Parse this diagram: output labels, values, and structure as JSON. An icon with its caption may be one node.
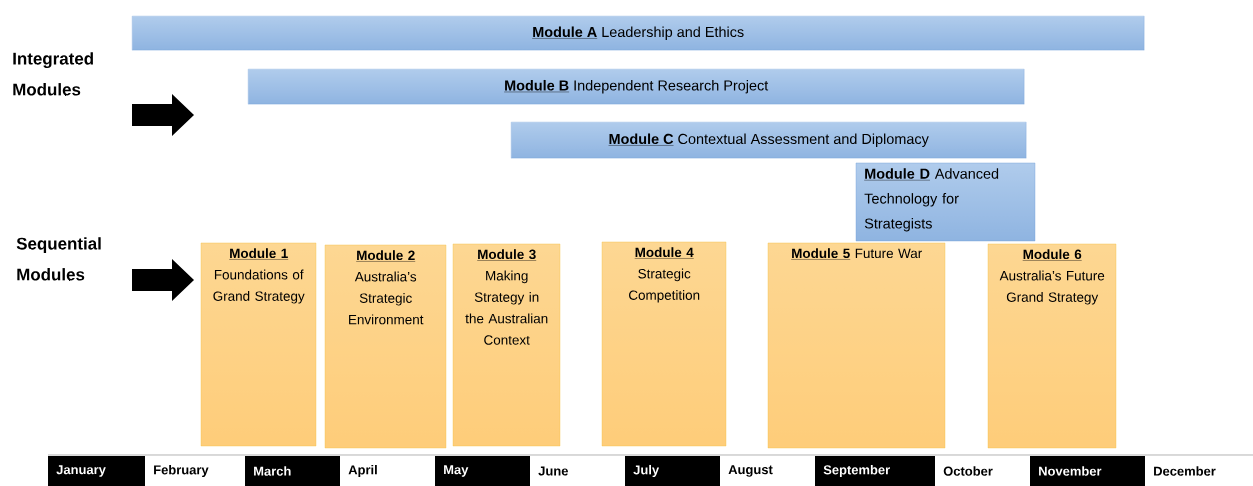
{
  "diagram": {
    "nodes": [
      {
        "text": [
          "Module A",
          "Leadership and Ethics"
        ]
      },
      {
        "text": [
          "Module B",
          "Independent Research Project"
        ]
      },
      {
        "text": [
          "Module C",
          "Contextual Assessment and Diplomacy"
        ]
      },
      {
        "text": [
          "Module D",
          "Advanced Technology for Strategists"
        ]
      },
      {
        "text": [
          "Module 1",
          "Foundations of Grand Strategy"
        ]
      },
      {
        "text": [
          "Module 2",
          "Australia’s Strategic Environment"
        ]
      },
      {
        "text": [
          "Module 3",
          "Making Strategy in the Australian Context"
        ]
      },
      {
        "text": [
          "Module 4",
          "Strategic Competition"
        ]
      },
      {
        "text": [
          "Module 5",
          "Future War"
        ]
      },
      {
        "text": [
          "Module 6",
          "Australia’s Future Grand Strategy"
        ]
      }
    ],
    "labels": [
      "Integrated Modules",
      "Sequential Modules",
      "January",
      "February",
      "March",
      "April",
      "May",
      "June",
      "July",
      "August",
      "September",
      "October",
      "November",
      "December"
    ]
  }
}
